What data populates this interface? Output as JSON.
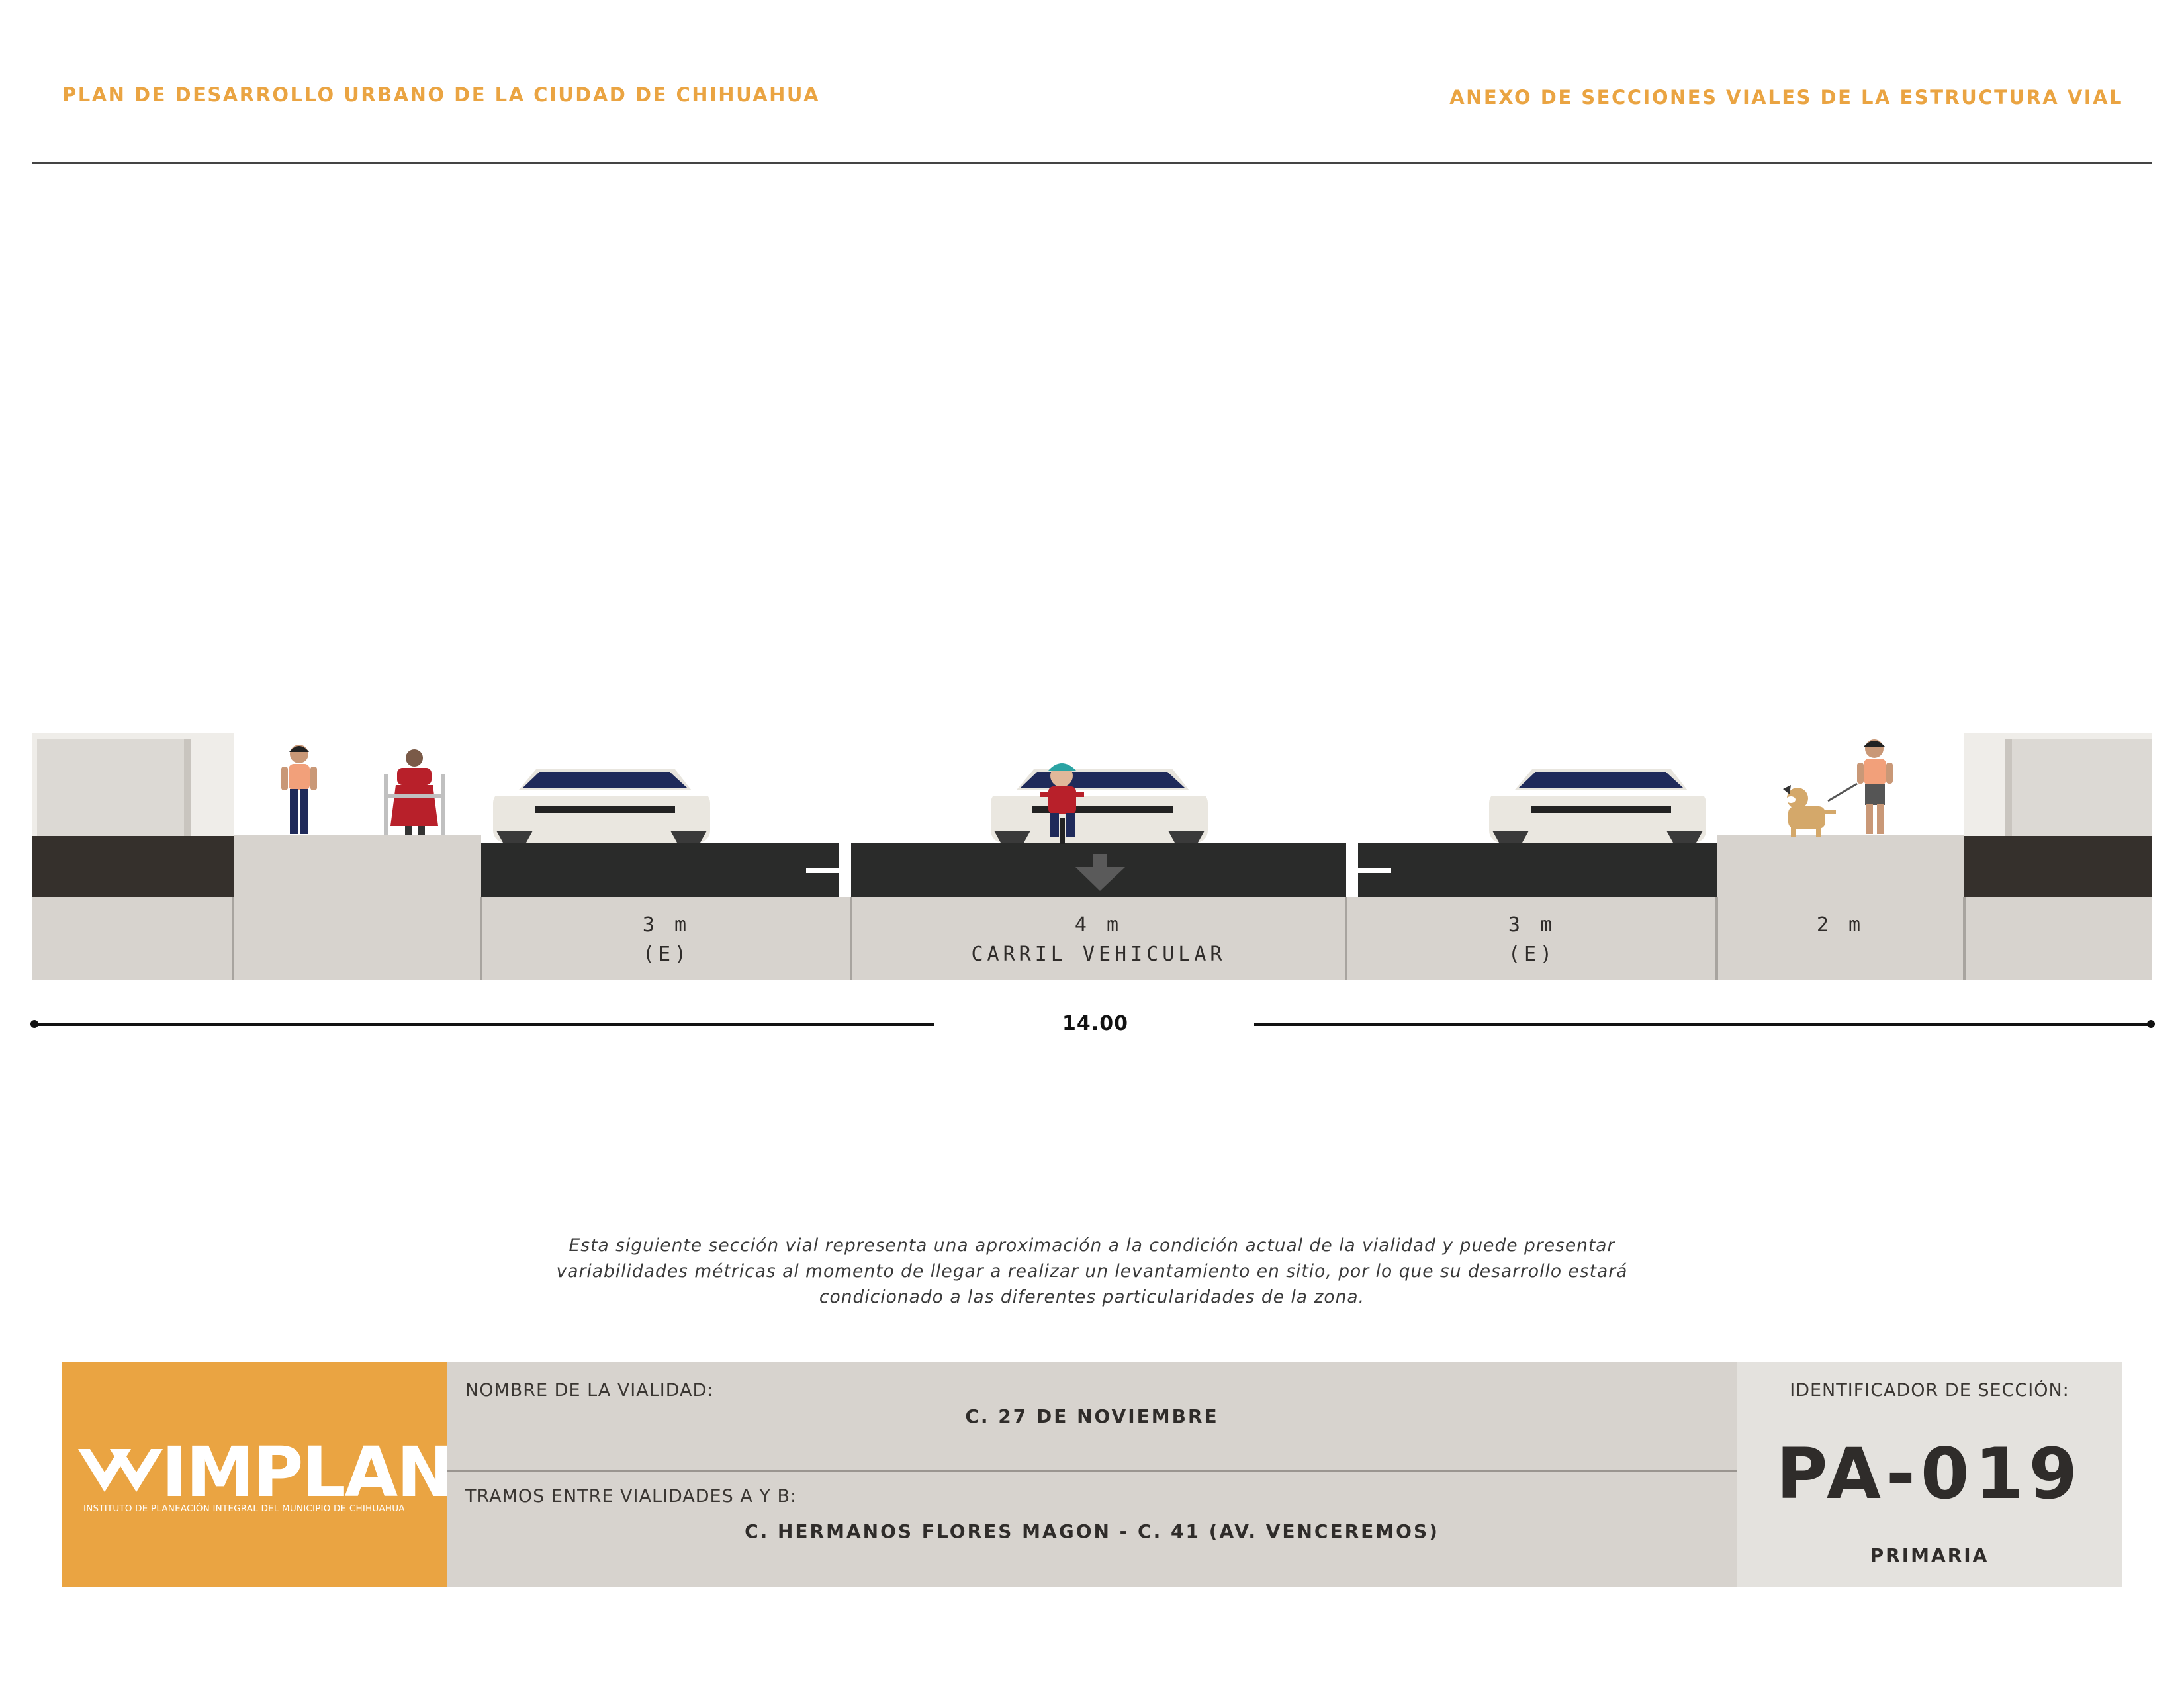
{
  "header": {
    "left_title": "PLAN DE DESARROLLO URBANO DE LA CIUDAD DE CHIHUAHUA",
    "right_title": "ANEXO DE SECCIONES VIALES DE LA ESTRUCTURA VIAL"
  },
  "section": {
    "segments": [
      {
        "width": "3 m",
        "label": "(E)"
      },
      {
        "width": "4 m",
        "label": "CARRIL VEHICULAR"
      },
      {
        "width": "3 m",
        "label": "(E)"
      },
      {
        "width": "2 m",
        "label": ""
      }
    ],
    "total_width": "14.00"
  },
  "disclaimer": {
    "line1": "Esta siguiente sección vial representa una aproximación a la condición actual de la vialidad y puede presentar",
    "line2": "variabilidades métricas al momento de llegar a realizar un levantamiento en sitio, por lo que su desarrollo estará",
    "line3": "condicionado a las diferentes particularidades de la zona."
  },
  "title_block": {
    "logo": {
      "name": "IMPLAN",
      "subtitle": "INSTITUTO DE PLANEACIÓN INTEGRAL DEL MUNICIPIO DE CHIHUAHUA"
    },
    "road_name_label": "NOMBRE DE LA VIALIDAD:",
    "road_name": "C. 27 DE NOVIEMBRE",
    "segment_label": "TRAMOS ENTRE VIALIDADES A Y B:",
    "segment": "C. HERMANOS FLORES MAGON - C. 41 (AV. VENCEREMOS)",
    "section_id_label": "IDENTIFICADOR DE SECCIÓN:",
    "section_id": "PA-019",
    "section_type": "PRIMARIA"
  },
  "colors": {
    "accent": "#eaa442",
    "asphalt": "#2a2b2a",
    "curb": "#35302c",
    "sidewalk": "#d7d3ce",
    "panel": "#d7d3ce"
  }
}
